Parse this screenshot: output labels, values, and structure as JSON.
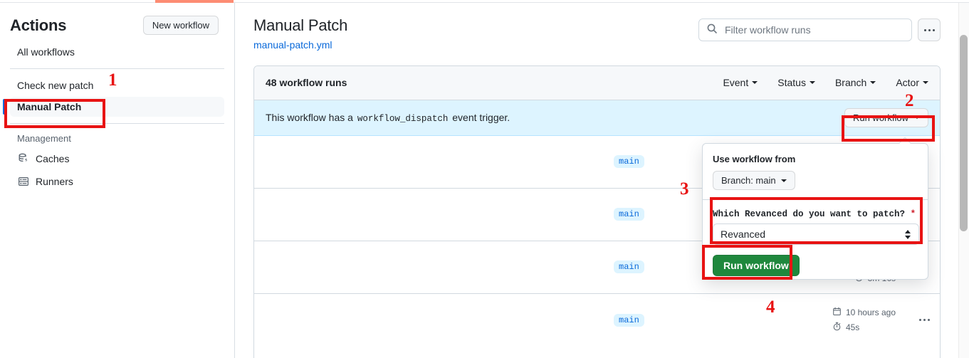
{
  "sidebar": {
    "title": "Actions",
    "new_workflow_label": "New workflow",
    "items": [
      {
        "label": "All workflows",
        "selected": false
      },
      {
        "label": "Check new patch",
        "selected": false
      },
      {
        "label": "Manual Patch",
        "selected": true
      }
    ],
    "section_title": "Management",
    "management": [
      {
        "label": "Caches",
        "icon": "database-cache-icon"
      },
      {
        "label": "Runners",
        "icon": "server-rack-icon"
      }
    ]
  },
  "header": {
    "workflow_title": "Manual Patch",
    "workflow_file": "manual-patch.yml",
    "filter_placeholder": "Filter workflow runs",
    "filter_value": "",
    "search_icon": "search-icon",
    "kebab_icon": "kebab-horizontal-icon"
  },
  "runs": {
    "count_label": "48 workflow runs",
    "filters": [
      {
        "label": "Event"
      },
      {
        "label": "Status"
      },
      {
        "label": "Branch"
      },
      {
        "label": "Actor"
      }
    ],
    "dispatch_banner": {
      "text_before": "This workflow has a",
      "code": "workflow_dispatch",
      "text_after": "event trigger.",
      "run_button_label": "Run workflow"
    },
    "rows": [
      {
        "branch": "main",
        "duration": "",
        "age": "",
        "kebab": false
      },
      {
        "branch": "main",
        "duration": "",
        "age": "",
        "kebab": false
      },
      {
        "branch": "main",
        "duration": "3m 16s",
        "age": "",
        "kebab": false
      },
      {
        "branch": "main",
        "duration": "45s",
        "age": "10 hours ago",
        "kebab": true
      }
    ]
  },
  "popover": {
    "use_workflow_from_label": "Use workflow from",
    "branch_button_label": "Branch: main",
    "field_label": "Which Revanced do you want to patch?",
    "required_marker": "*",
    "select_value": "Revanced",
    "submit_label": "Run workflow"
  },
  "annotations": [
    {
      "number": "1"
    },
    {
      "number": "2"
    },
    {
      "number": "3"
    },
    {
      "number": "4"
    }
  ],
  "colors": {
    "accent_blue": "#0969da",
    "green": "#1f883d",
    "annotation_red": "#e81313",
    "banner_blue": "#ddf4ff",
    "top_bar_orange": "#fd8c73"
  }
}
